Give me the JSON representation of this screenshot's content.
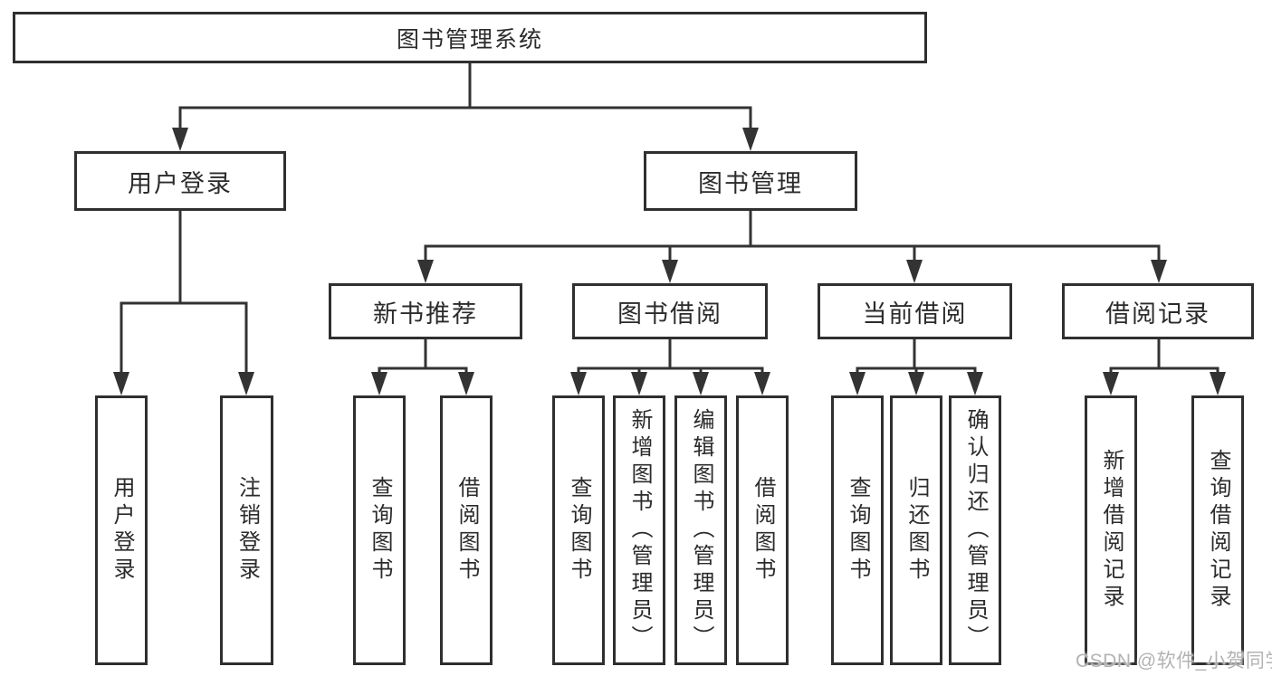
{
  "diagram": {
    "title": "图书管理系统",
    "level1": [
      {
        "label": "用户登录"
      },
      {
        "label": "图书管理"
      }
    ],
    "level2": [
      {
        "label": "新书推荐"
      },
      {
        "label": "图书借阅"
      },
      {
        "label": "当前借阅"
      },
      {
        "label": "借阅记录"
      }
    ],
    "leaves": {
      "user_login": [
        "用户登录",
        "注销登录"
      ],
      "new_books": [
        "查询图书",
        "借阅图书"
      ],
      "book_borrow": [
        "查询图书",
        "新增图书（管理员）",
        "编辑图书（管理员）",
        "借阅图书"
      ],
      "current_borrow": [
        "查询图书",
        "归还图书",
        "确认归还（管理员）"
      ],
      "borrow_records": [
        "新增借阅记录",
        "查询借阅记录"
      ]
    }
  },
  "watermark": {
    "text": "CSDN @软件_小贺同学"
  },
  "colors": {
    "line": "#333333",
    "box_border": "#2f2f2f",
    "text": "#2b2b2b",
    "watermark": "#b3b3b3",
    "background": "#ffffff"
  }
}
